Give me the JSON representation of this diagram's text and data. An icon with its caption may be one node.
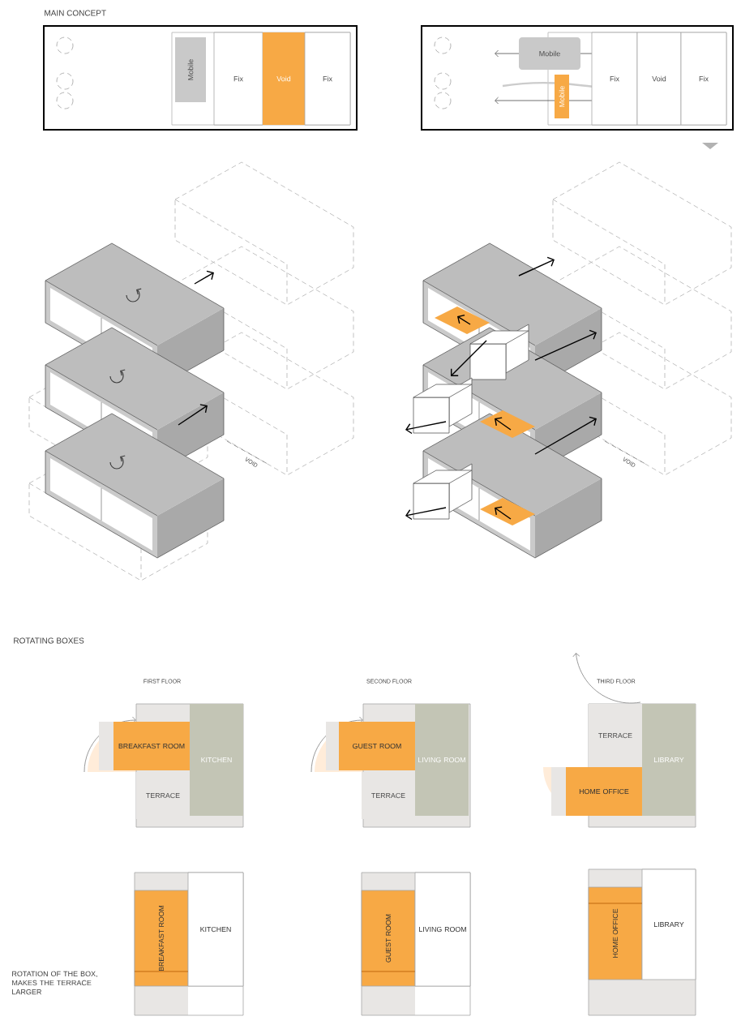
{
  "diagram": {
    "nodes": [
      {
        "text": [
          "Mobile"
        ]
      },
      {
        "text": [
          "Fix"
        ]
      },
      {
        "text": [
          "Void"
        ]
      },
      {
        "text": [
          "Fix"
        ]
      },
      {
        "text": [
          "Mobile"
        ]
      },
      {
        "text": [
          "Mobile"
        ]
      },
      {
        "text": [
          "Fix"
        ]
      },
      {
        "text": [
          "Void"
        ]
      },
      {
        "text": [
          "Fix"
        ]
      },
      {
        "text": [
          "BREAKFAST ROOM"
        ]
      },
      {
        "text": [
          "KITCHEN"
        ]
      },
      {
        "text": [
          "TERRACE"
        ]
      },
      {
        "text": [
          "GUEST ROOM"
        ]
      },
      {
        "text": [
          "LIVING ROOM"
        ]
      },
      {
        "text": [
          "TERRACE"
        ]
      },
      {
        "text": [
          "TERRACE"
        ]
      },
      {
        "text": [
          "HOME OFFICE"
        ]
      },
      {
        "text": [
          "LIBRARY"
        ]
      },
      {
        "text": [
          "BREAKFAST ROOM"
        ]
      },
      {
        "text": [
          "KITCHEN"
        ]
      },
      {
        "text": [
          "GUEST ROOM"
        ]
      },
      {
        "text": [
          "LIVING ROOM"
        ]
      },
      {
        "text": [
          "HOME OFFICE"
        ]
      },
      {
        "text": [
          "LIBRARY"
        ]
      }
    ],
    "labels": [
      "MAIN CONCEPT",
      "VOID",
      "VOID",
      "ROTATING BOXES",
      "FIRST FLOOR",
      "SECOND FLOOR",
      "THIRD FLOOR",
      "ROTATION OF THE BOX, MAKES THE TERRACE LARGER"
    ]
  }
}
